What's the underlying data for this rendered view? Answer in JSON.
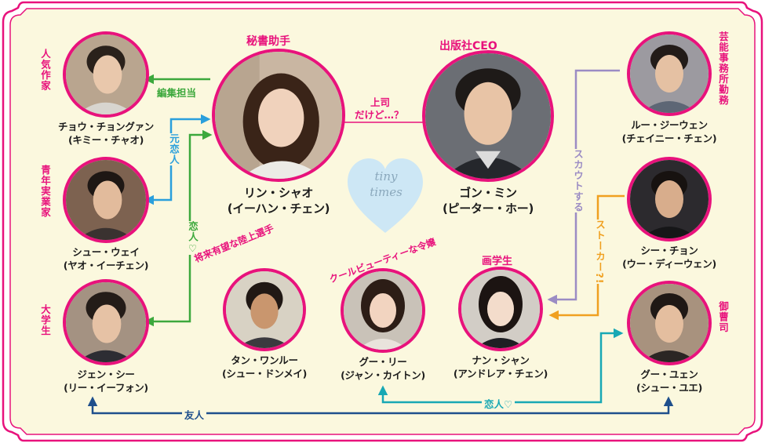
{
  "colors": {
    "frame": "#e8127c",
    "panel": "#fbf8de",
    "ring": "#e8127c",
    "green": "#3ca83c",
    "blue": "#2a9fdc",
    "lavender": "#9b8cc4",
    "orange": "#f0a020",
    "teal": "#18a8b4",
    "navy": "#1f4f8c",
    "heart": "#cde7f5"
  },
  "logo": {
    "line1": "tiny",
    "line2": "times"
  },
  "people": {
    "lin": {
      "role": "秘書助手",
      "name1": "リン・シャオ",
      "name2": "(イーハン・チェン)"
    },
    "gong": {
      "role": "出版社CEO",
      "name1": "ゴン・ミン",
      "name2": "(ピーター・ホー)"
    },
    "zhou": {
      "role": "人気作家",
      "name1": "チョウ・チョングァン",
      "name2": "(キミー・チャオ)"
    },
    "xu": {
      "role": "青年実業家",
      "name1": "シュー・ウェイ",
      "name2": "(ヤオ・イーチェン)"
    },
    "jian": {
      "role": "大学生",
      "name1": "ジェン・シー",
      "name2": "(リー・イーフォン)"
    },
    "tang": {
      "role": "将来有望な陸上選手",
      "name1": "タン・ワンルー",
      "name2": "(シュー・ドンメイ)"
    },
    "gu": {
      "role": "クールビューティーな令嬢",
      "name1": "グー・リー",
      "name2": "(ジャン・カイトン)"
    },
    "nan": {
      "role": "画学生",
      "name1": "ナン・シャン",
      "name2": "(アンドレア・チェン)"
    },
    "lu": {
      "role": "芸能事務所勤務",
      "name1": "ルー・ジーウェン",
      "name2": "(チェイニー・チェン)"
    },
    "xi": {
      "name1": "シー・チョン",
      "name2": "(ウー・ディーウェン)"
    },
    "guyuan": {
      "role": "御曹司",
      "name1": "グー・ユェン",
      "name2": "(シュー・ユエ)"
    }
  },
  "relations": {
    "editor": "編集担当",
    "boss1": "上司",
    "boss2": "だけど…？",
    "ex": "元恋人",
    "lover_jian": "恋人♡",
    "scout": "スカウトする",
    "stalker": "ストーカー?!",
    "lover_gu": "恋人♡",
    "friend": "友人"
  }
}
